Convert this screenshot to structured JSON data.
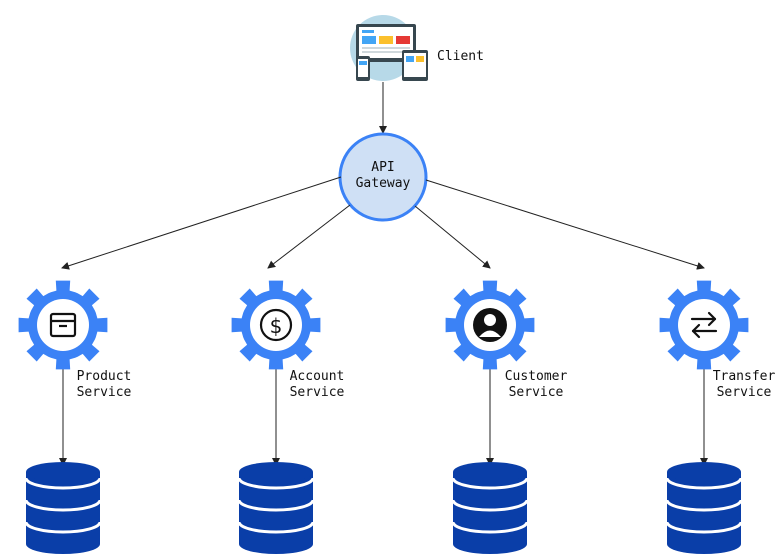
{
  "client": {
    "label": "Client"
  },
  "gateway": {
    "line1": "API",
    "line2": "Gateway"
  },
  "services": [
    {
      "line1": "Product",
      "line2": "Service",
      "icon": "box-icon"
    },
    {
      "line1": "Account",
      "line2": "Service",
      "icon": "dollar-icon"
    },
    {
      "line1": "Customer",
      "line2": "Service",
      "icon": "user-icon"
    },
    {
      "line1": "Transfer",
      "line2": "Service",
      "icon": "transfer-arrows-icon"
    }
  ],
  "colors": {
    "gear": "#3b82f6",
    "database": "#0a3ea8",
    "gateway_fill": "#cfe0f5",
    "gateway_stroke": "#3b82f6",
    "client_circle": "#b7d9e8",
    "line": "#222222"
  }
}
